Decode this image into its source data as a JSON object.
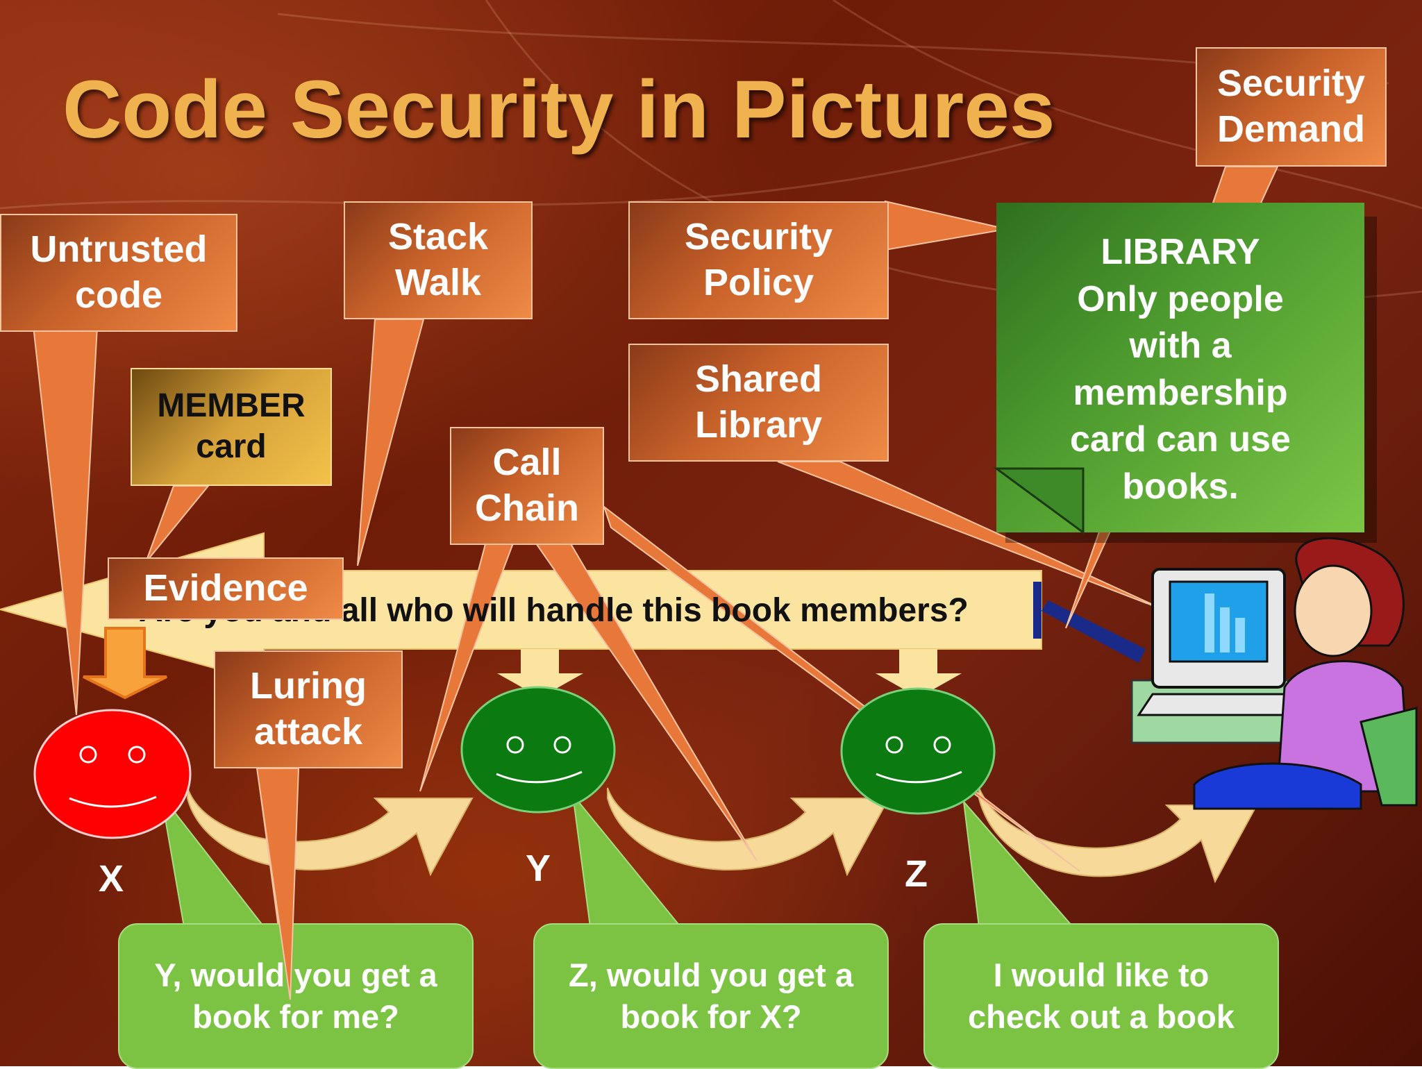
{
  "title": "Code Security in Pictures",
  "callouts": {
    "untrusted_code": "Untrusted\ncode",
    "stack_walk": "Stack\nWalk",
    "security_policy": "Security\nPolicy",
    "shared_library": "Shared\nLibrary",
    "security_demand": "Security\nDemand",
    "call_chain": "Call\nChain",
    "luring_attack": "Luring\nattack",
    "evidence": "Evidence"
  },
  "member_card": "MEMBER\ncard",
  "library_rule": "LIBRARY\nOnly people\nwith a\nmembership\ncard can use\nbooks.",
  "stack_walk_question": "Are you and all who will handle this book members?",
  "actors": {
    "x": "X",
    "y": "Y",
    "z": "Z"
  },
  "speech": {
    "x": "Y, would you get a\nbook for me?",
    "y": "Z, would you get a\nbook for X?",
    "z": "I would like to\ncheck out a book"
  },
  "colors": {
    "untrusted": "#ff0000",
    "trusted": "#0b7a10",
    "callout": "#e8783a",
    "speech": "#7cc243",
    "banner": "#fbe3a0",
    "title": "#f0b24e"
  }
}
